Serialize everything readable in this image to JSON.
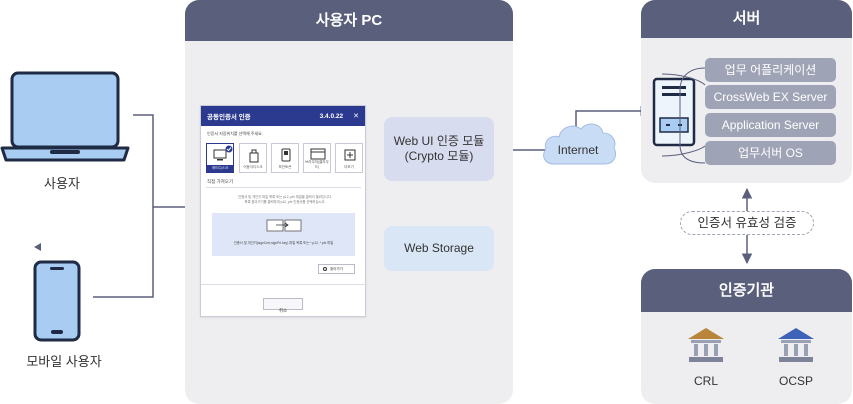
{
  "users": {
    "desktop_label": "사용자",
    "mobile_label": "모바일 사용자"
  },
  "user_pc": {
    "title": "사용자 PC",
    "dialog": {
      "title": "공동인증서 인증",
      "version": "3.4.0.22",
      "close": "✕",
      "select_prompt": "인증서 저장위치를 선택해 주세요.",
      "storage_options": [
        "하드디스크",
        "이동식디스크",
        "보안토큰",
        "브라우저(클라우드)",
        "더보기"
      ],
      "import_label": "직접 가져오기",
      "import_desc_line1": "인증서 및 개인키 파일 목록 또는 p12, pfx 파일을 클릭이 올려있니다.",
      "import_desc_line2": "목록 찾아가기를 클릭하여 p12, pfx 인증서를 선택하십시오.",
      "drop_text": "인증서 및 개인키(signCert,signPri.key) 파일 목록 또는 *.p12, *.pfx 파일",
      "browse_button": "찾아가기",
      "cancel_button": "취소"
    },
    "web_ui_module": [
      "Web UI 인증 모듈",
      "(Crypto 모듈)"
    ],
    "web_storage": "Web Storage"
  },
  "internet": "Internet",
  "server": {
    "title": "서버",
    "components": [
      "업무 어플리케이션",
      "CrossWeb EX Server",
      "Application Server",
      "업무서버 OS"
    ]
  },
  "validation_label": "인증서 유효성 검증",
  "ca": {
    "title": "인증기관",
    "items": [
      "CRL",
      "OCSP"
    ]
  },
  "colors": {
    "panel_bg": "#eeeef1",
    "panel_header": "#5a5f7c",
    "node_purple": "#d8dcef",
    "node_blue": "#d9e6f5",
    "pill": "#9fa3b6",
    "connector": "#5a5f7c",
    "dialog_header": "#2b3a8f",
    "device_blue": "#a9cdf2",
    "device_stroke": "#1f2a44",
    "crl_roof": "#b8853a",
    "ocsp_roof": "#3d63b8"
  }
}
